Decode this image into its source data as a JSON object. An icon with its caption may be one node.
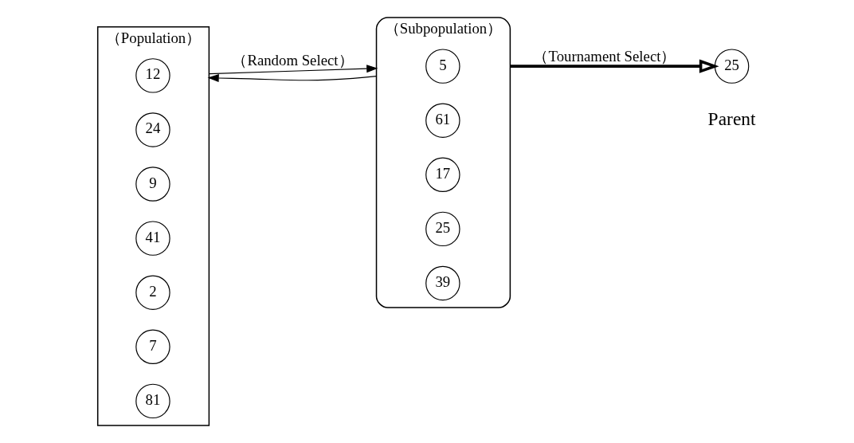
{
  "diagram": {
    "nodes": [
      {
        "text": [
          "（Population）"
        ]
      },
      {
        "text": [
          "12"
        ],
        "in": 0
      },
      {
        "text": [
          "24"
        ],
        "in": 0
      },
      {
        "text": [
          "9"
        ],
        "in": 0
      },
      {
        "text": [
          "41"
        ],
        "in": 0
      },
      {
        "text": [
          "2"
        ],
        "in": 0
      },
      {
        "text": [
          "7"
        ],
        "in": 0
      },
      {
        "text": [
          "81"
        ],
        "in": 0
      },
      {
        "text": [
          "（Subpopulation）"
        ]
      },
      {
        "text": [
          "5"
        ],
        "in": 8
      },
      {
        "text": [
          "61"
        ],
        "in": 8
      },
      {
        "text": [
          "17"
        ],
        "in": 8
      },
      {
        "text": [
          "25"
        ],
        "in": 8
      },
      {
        "text": [
          "39"
        ],
        "in": 8
      },
      {
        "text": [
          "25"
        ],
        "beside": [
          "Parent"
        ]
      }
    ],
    "edges": [
      {
        "from": 0,
        "to": 8,
        "arrow": "to",
        "label": "（Random Select）"
      },
      {
        "from": 8,
        "to": 0,
        "arrow": "to"
      },
      {
        "from": 8,
        "to": 14,
        "arrow": "to",
        "label": "（Tournament Select）",
        "style": "thick"
      }
    ]
  }
}
